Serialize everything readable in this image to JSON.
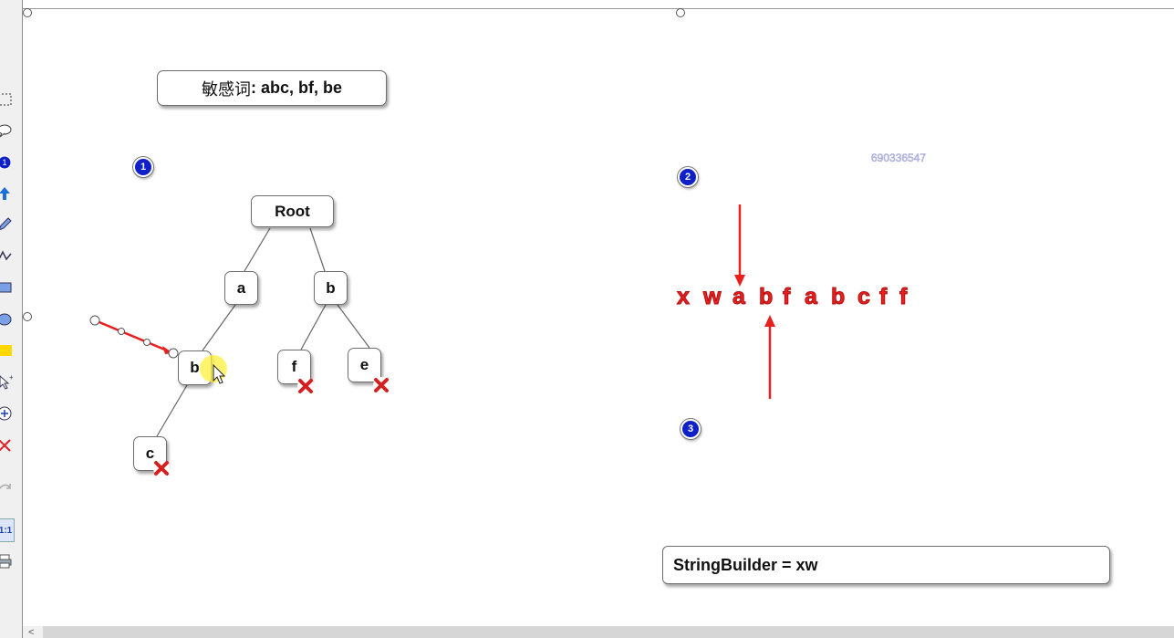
{
  "keywords_box": {
    "label_cn": "敏感词",
    "label_rest": ": abc, bf, be"
  },
  "tree": {
    "root": "Root",
    "nodes": {
      "a": "a",
      "b_top": "b",
      "b_left": "b",
      "f": "f",
      "e": "e",
      "c": "c"
    }
  },
  "badges": {
    "one": "1",
    "two": "2",
    "three": "3"
  },
  "sequence": [
    "x",
    "w",
    "a",
    "b",
    "f",
    "a",
    "b",
    "c",
    "f",
    "f"
  ],
  "watermark": "690336547",
  "string_builder": "StringBuilder = xw",
  "toolbar": {
    "items": [
      "marquee-select-icon",
      "speech-bubble-icon",
      "numbered-badge-icon",
      "arrow-up-icon",
      "pencil-icon",
      "polyline-icon",
      "rectangle-icon",
      "ellipse-icon",
      "highlight-icon",
      "pointer-add-icon",
      "zoom-plus-icon",
      "delete-icon",
      "redo-icon",
      "actual-size-icon",
      "print-icon"
    ],
    "actual_size_label": "1:1"
  },
  "colors": {
    "accent_red": "#e82020",
    "badge_blue": "#1020c8",
    "highlight_yellow": "#fff03c"
  }
}
